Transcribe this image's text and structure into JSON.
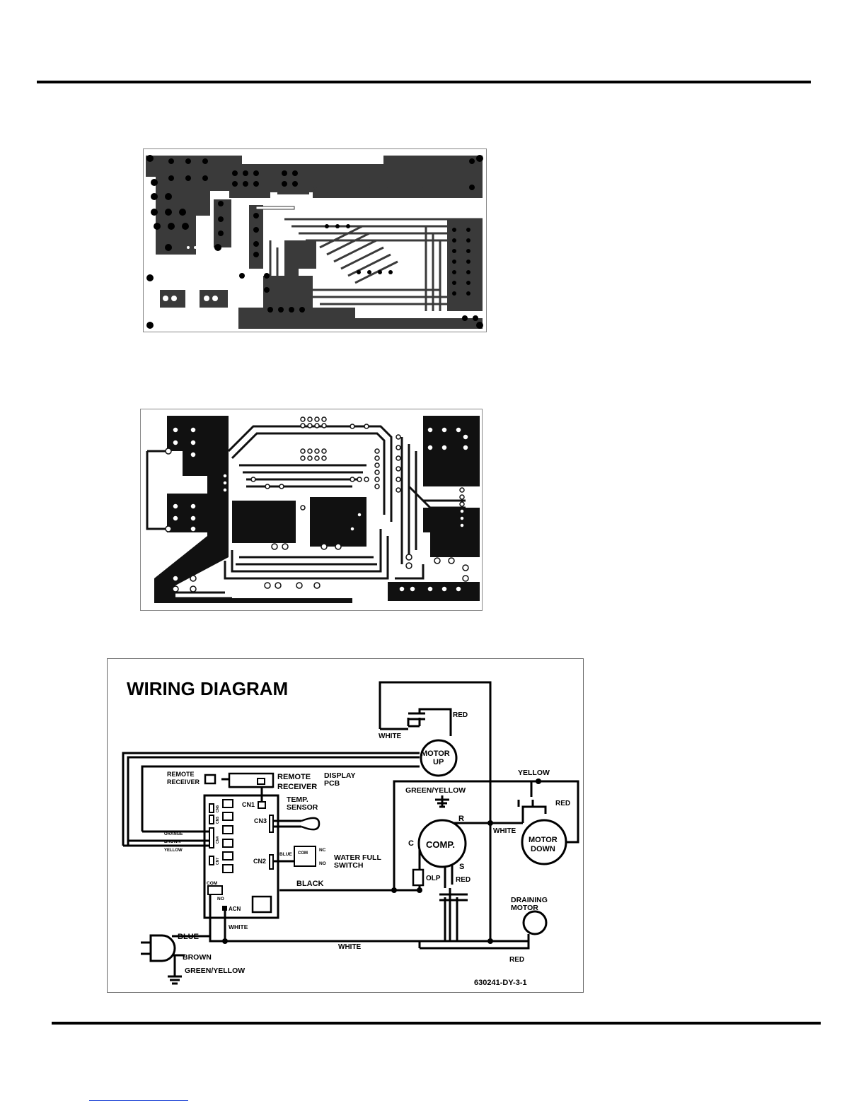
{
  "wiring_diagram": {
    "title": "WIRING DIAGRAM",
    "part_number": "630241-DY-3-1",
    "components": {
      "motor_up": [
        "MOTOR",
        "UP"
      ],
      "motor_down": [
        "MOTOR",
        "DOWN"
      ],
      "compressor": "COMP.",
      "draining_motor": [
        "DRAINING",
        "MOTOR"
      ],
      "remote_receiver": [
        "REMOTE",
        "RECEIVER"
      ],
      "remote_receiver_display": [
        "REMOTE",
        "RECEIVER"
      ],
      "display_pcb": [
        "DISPLAY",
        "PCB"
      ],
      "temp_sensor": [
        "TEMP.",
        "SENSOR"
      ],
      "water_full_switch": [
        "WATER FULL",
        "SWITCH"
      ],
      "olp": "OLP"
    },
    "terminals": {
      "cn1": "CN1",
      "cn2": "CN2",
      "cn3": "CN3",
      "cn4": "CN4",
      "cn5": "CN5",
      "cn6": "CN6",
      "cn7": "CN7",
      "relay_com": "COM",
      "relay_no": "NO",
      "acn": "ACN",
      "switch_com": "COM",
      "switch_nc": "NC",
      "switch_no": "NO",
      "comp_r": "R",
      "comp_c": "C",
      "comp_s": "S"
    },
    "wire_labels": {
      "white_motor_up": "WHITE",
      "red_motor_up": "RED",
      "yellow_top": "YELLOW",
      "red_motor_down": "RED",
      "white_motor_down": "WHITE",
      "green_yellow_comp": "GREEN/YELLOW",
      "red_comp_s": "RED",
      "black": "BLACK",
      "white_acn": "WHITE",
      "white_bottom": "WHITE",
      "red_bottom": "RED",
      "blue_plug": "BLUE",
      "brown_plug": "BROWN",
      "green_yellow_plug": "GREEN/YELLOW",
      "orange_cn4": "ORANGE",
      "brown_cn4": "BROWN",
      "yellow_cn4": "YELLOW",
      "blue_switch": "BLUE"
    }
  }
}
